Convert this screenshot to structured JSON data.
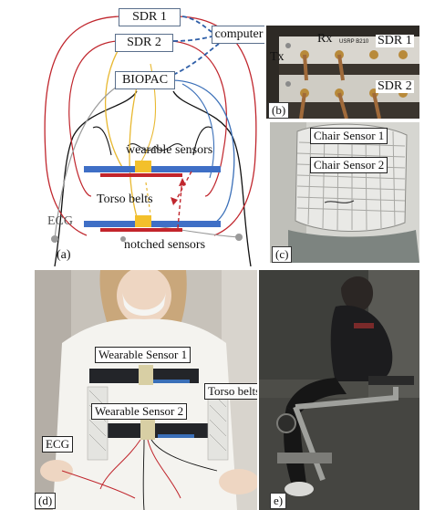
{
  "panel_a": {
    "sdr1": "SDR 1",
    "sdr2": "SDR 2",
    "computer": "computer",
    "biopac": "BIOPAC",
    "wearable_sensors": "wearable sensors",
    "torso_belts": "Torso belts",
    "ecg": "ECG",
    "notched_sensors": "notched sensors",
    "panel_label": "(a)"
  },
  "panel_b": {
    "tx": "Tx",
    "rx": "Rx",
    "sdr1": "SDR 1",
    "sdr2": "SDR 2",
    "device_text": "USRP B210",
    "panel_label": "(b)"
  },
  "panel_c": {
    "chair_sensor_1": "Chair Sensor 1",
    "chair_sensor_2": "Chair Sensor 2",
    "panel_label": "(c)"
  },
  "panel_d": {
    "wearable_sensor_1": "Wearable Sensor 1",
    "wearable_sensor_2": "Wearable Sensor 2",
    "torso_belts": "Torso belts",
    "ecg": "ECG",
    "panel_label": "(d)"
  },
  "panel_e": {
    "panel_label": "e)"
  },
  "colors": {
    "red_cable": "#c0262d",
    "blue_cable": "#3a6fb8",
    "yellow_cable": "#e8b830",
    "gray_cable": "#9a9a9a",
    "belt_blue": "#3f6fc6",
    "sensor_red": "#c3252b",
    "sensor_yellow": "#f3c02b",
    "box_border": "#5a6f8c"
  }
}
